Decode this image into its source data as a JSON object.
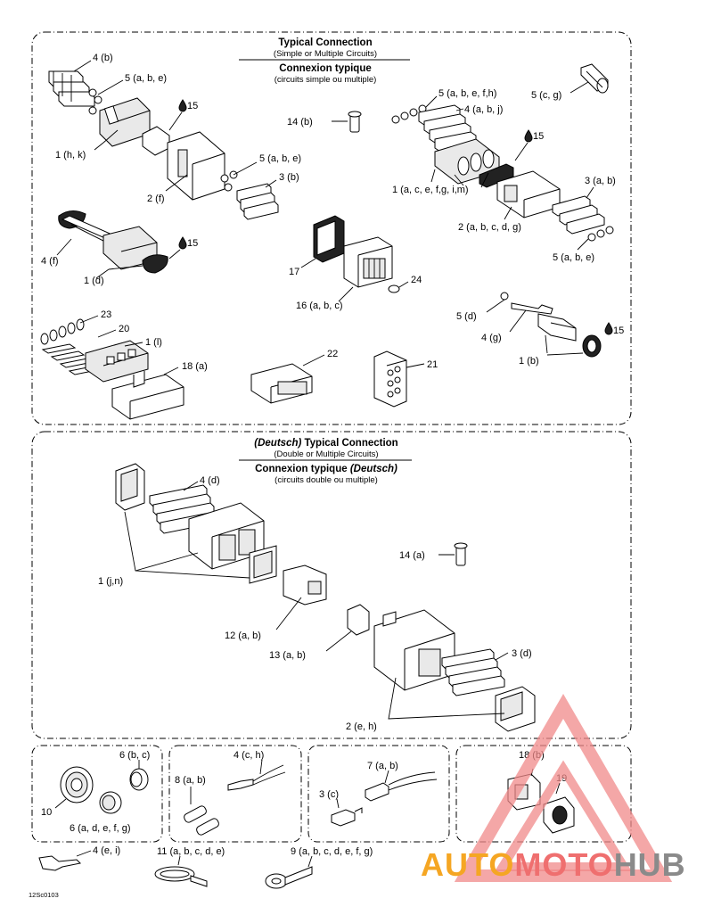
{
  "panel_top": {
    "title_en": "Typical Connection",
    "subtitle_en": "(Simple or Multiple Circuits)",
    "title_fr": "Connexion typique",
    "subtitle_fr": "(circuits simple ou multiple)"
  },
  "panel_deutsch": {
    "title_prefix_en": "(Deutsch)",
    "title_en": " Typical Connection",
    "subtitle_en": "(Double or Multiple Circuits)",
    "title_fr": "Connexion typique ",
    "title_suffix_fr": "(Deutsch)",
    "subtitle_fr": "(circuits double ou multiple)"
  },
  "callouts": {
    "p4b": "4 (b)",
    "p5abe_a": "5 (a, b, e)",
    "p15_a": "15",
    "p1hk": "1 (h, k)",
    "p2f": "2 (f)",
    "p5abe_b": "5 (a, b, e)",
    "p3b": "3 (b)",
    "p4f": "4 (f)",
    "p15_b": "15",
    "p1d": "1 (d)",
    "p14b": "14 (b)",
    "p17": "17",
    "p16abc": "16 (a, b, c)",
    "p24": "24",
    "p23": "23",
    "p20": "20",
    "p1l": "1 (l)",
    "p18a": "18 (a)",
    "p22": "22",
    "p21": "21",
    "p5abefh": "5 (a, b, e, f,h)",
    "p5cg": "5 (c, g)",
    "p4abj": "4 (a, b, j)",
    "p15_c": "15",
    "p1acefgim": "1 (a, c, e, f,g, i,m)",
    "p3ab": "3 (a, b)",
    "p2abcdg": "2 (a, b, c, d, g)",
    "p5abe_c": "5 (a, b, e)",
    "p5d": "5 (d)",
    "p4g": "4 (g)",
    "p15_d": "15",
    "p1b": "1 (b)",
    "p4d": "4 (d)",
    "p1jn": "1 (j,n)",
    "p14a": "14 (a)",
    "p12ab": "12 (a, b)",
    "p13ab": "13 (a, b)",
    "p3d": "3 (d)",
    "p2eh": "2 (e, h)",
    "p6bc": "6 (b, c)",
    "p10": "10",
    "p6adefg": "6 (a, d, e, f, g)",
    "p4ch": "4 (c, h)",
    "p8ab": "8 (a, b)",
    "p7ab": "7 (a, b)",
    "p3c": "3 (c)",
    "p18b": "18 (b)",
    "p19": "19",
    "p4ei": "4 (e, i)",
    "p11abcde": "11 (a, b, c, d, e)",
    "p9abcdefg": "9 (a, b, c, d, e, f, g)"
  },
  "drawing_number": "12Sc0103",
  "watermark": {
    "part1": "AUTO",
    "part2": "MOTO",
    "part3": "HUB",
    "color_auto": "#f5a623",
    "color_moto": "#ef6f6f",
    "color_hub": "#8a8a8a",
    "triangle_color": "#f08a8a"
  },
  "icons": {
    "sealant": "droplet-icon"
  }
}
